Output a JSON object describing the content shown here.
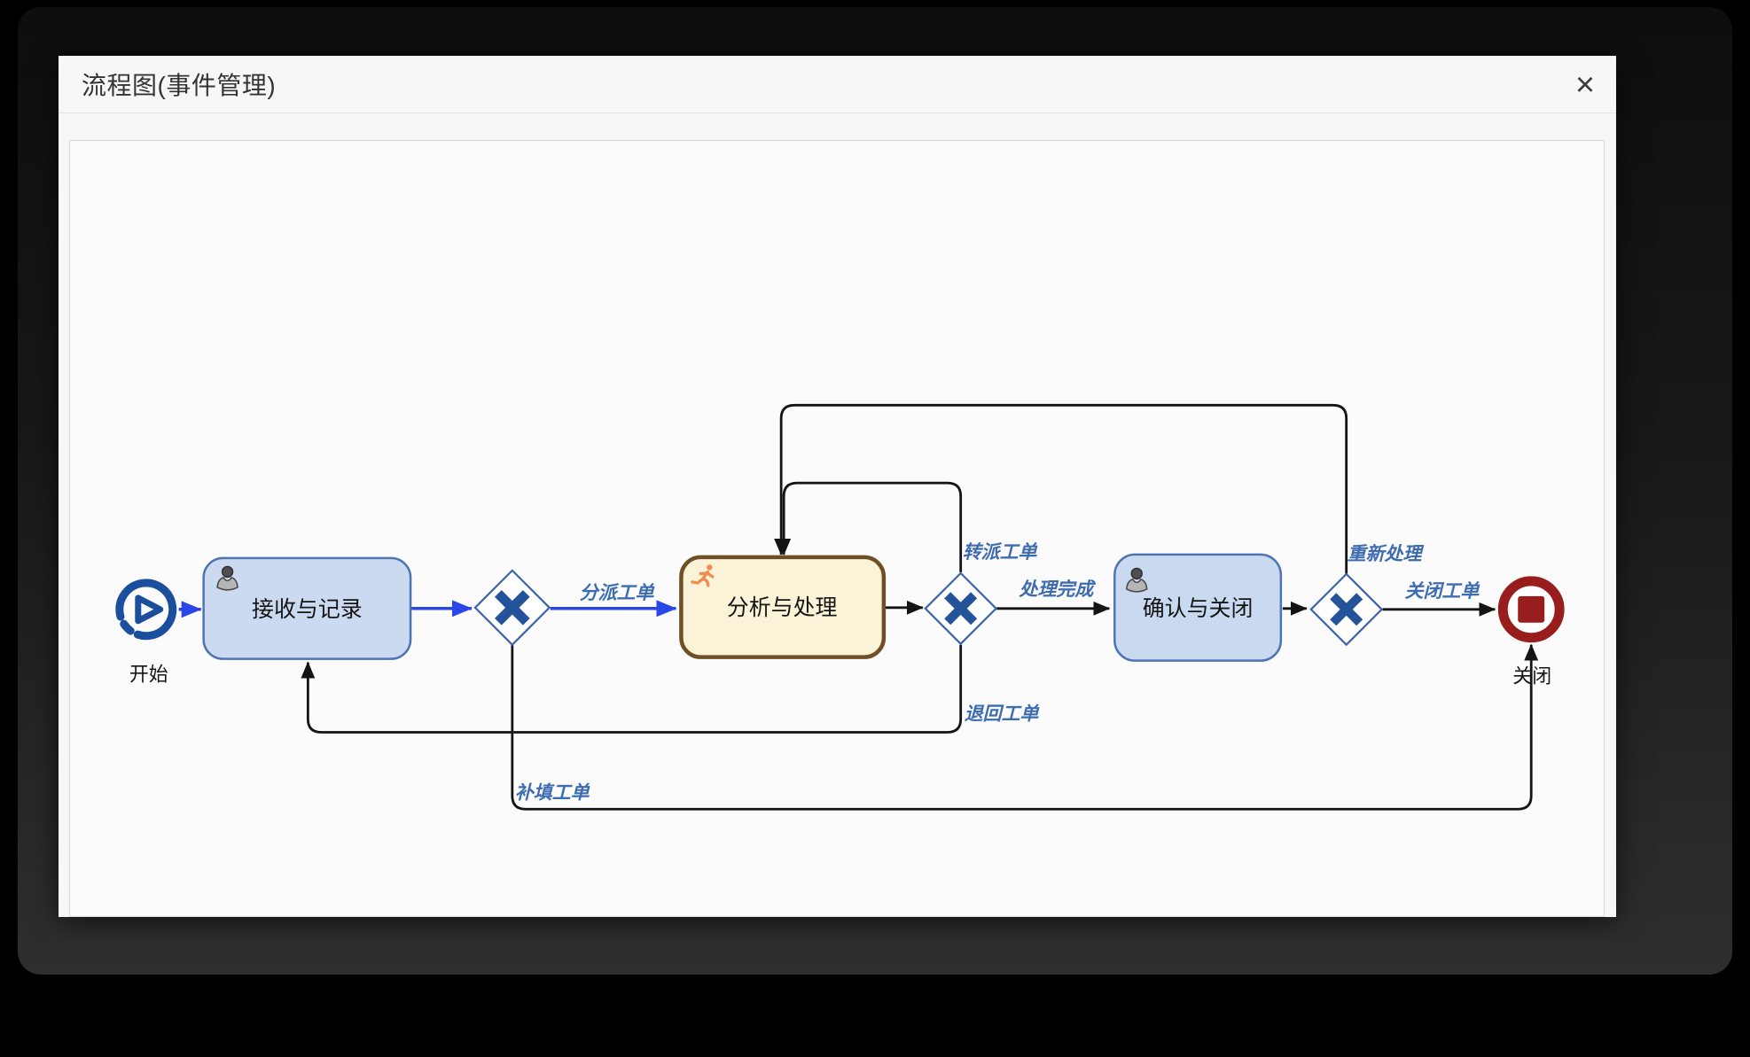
{
  "modal": {
    "title": "流程图(事件管理)",
    "close_icon": "×"
  },
  "diagram": {
    "node_labels": {
      "start": "开始",
      "receive_task": "接收与记录",
      "analyze_task": "分析与处理",
      "confirm_task": "确认与关闭",
      "end": "关闭"
    },
    "flow_labels": {
      "dispatch": "分派工单",
      "transfer": "转派工单",
      "complete": "处理完成",
      "return": "退回工单",
      "refill": "补填工单",
      "reprocess": "重新处理",
      "close": "关闭工单"
    },
    "icons": {
      "user_task": "person-icon",
      "active_task": "runner-icon",
      "start_event": "play-icon",
      "end_event": "stop-icon",
      "gateway": "x-mark-icon"
    },
    "colors": {
      "task_fill": "#cbdaf0",
      "task_border": "#4e74b2",
      "active_task_fill": "#fbf3d7",
      "active_task_border": "#6f5026",
      "gateway_border": "#3c63a8",
      "gateway_x": "#24539a",
      "start_event": "#1c4e9e",
      "end_event": "#981d1d",
      "flow_black": "#141414",
      "flow_blue": "#2946e6",
      "flow_label": "#3e6cb0",
      "runner_orange": "#ee8c52"
    }
  }
}
